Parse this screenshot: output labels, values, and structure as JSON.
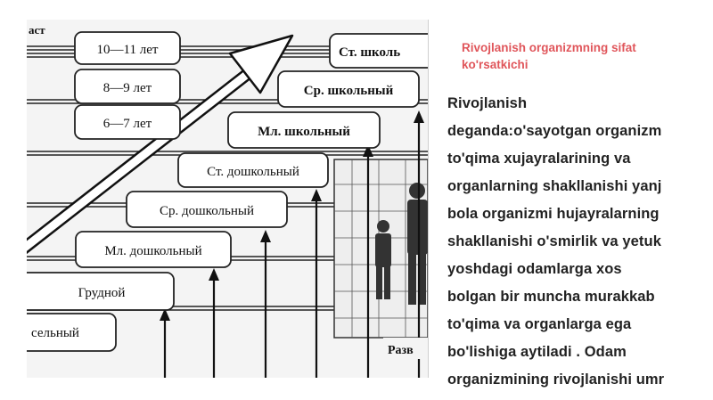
{
  "figure": {
    "top_left_label": "аст",
    "stage_labels": [
      "10—11 лет",
      "8—9 лет",
      "6—7 лет",
      "Ст. школь",
      "Ср. школьный",
      "Мл. школьный",
      "Ст. дошкольный",
      "Ср. дошкольный",
      "Мл. дошкольный",
      "Грудной",
      "сельный"
    ],
    "bottom_label": "Разв"
  },
  "caption": {
    "lines": [
      "Rivojlanish organizmning sifat",
      "ko'rsatkichi"
    ]
  },
  "body": {
    "lines": [
      "Rivojlanish",
      "deganda:o'sayotgan organizm",
      "to'qima xujayralarining va",
      "organlarning shakllanishi yanj",
      "bola organizmi hujayralarning",
      "shakllanishi o'smirlik va yetuk",
      "yoshdagi odamlarga xos",
      "bolgan bir muncha murakkab",
      "to'qima va organlarga ega",
      "bo'lishiga aytiladi . Odam",
      "organizmining rivojlanishi umr"
    ]
  }
}
